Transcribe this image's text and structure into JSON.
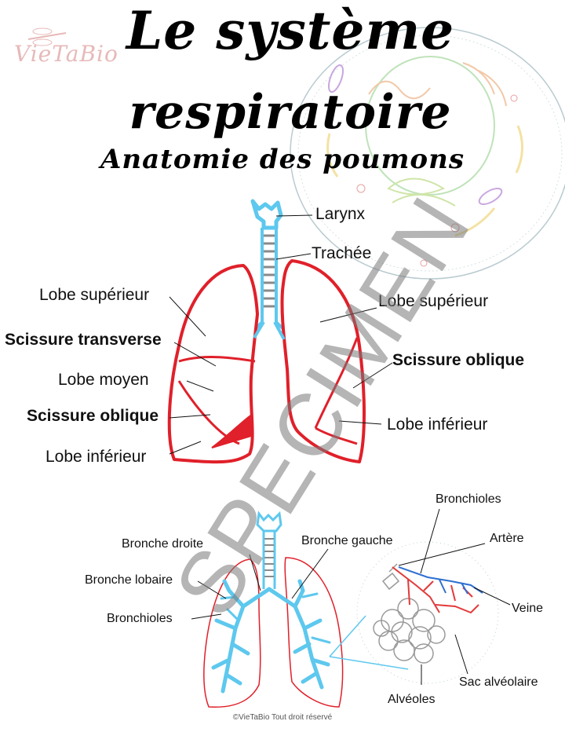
{
  "logo": "VieTaBio",
  "title": {
    "line1": "Le système",
    "line2": "respiratoire",
    "subtitle": "Anatomie des poumons"
  },
  "top_labels": {
    "larynx": "Larynx",
    "trachee": "Trachée",
    "lobe_sup_left": "Lobe supérieur",
    "scissure_transverse": "Scissure transverse",
    "lobe_moyen": "Lobe moyen",
    "scissure_oblique_left": "Scissure oblique",
    "lobe_inf_left": "Lobe inférieur",
    "lobe_sup_right": "Lobe supérieur",
    "scissure_oblique_right": "Scissure oblique",
    "lobe_inf_right": "Lobe inférieur"
  },
  "bottom_labels": {
    "bronche_droite": "Bronche droite",
    "bronche_gauche": "Bronche gauche",
    "bronche_lobaire": "Bronche lobaire",
    "bronchioles_left": "Bronchioles",
    "bronchioles_top": "Bronchioles",
    "artere": "Artère",
    "veine": "Veine",
    "sac_alveolaire": "Sac alvéolaire",
    "alveoles": "Alvéoles"
  },
  "watermark": "SPECIMEN",
  "copyright": "©VieTaBio Tout droit réservé",
  "colors": {
    "lung_outline": "#e0202a",
    "airway": "#5ec8ee",
    "cartilage": "#8a8a8a",
    "alveoli": "#9a9a9a",
    "artery": "#e23a3a",
    "vein": "#2f6fd0",
    "cell_background": "#c9d6da"
  },
  "icons": [
    "dragonfly-logo-icon",
    "cell-background-icon"
  ]
}
